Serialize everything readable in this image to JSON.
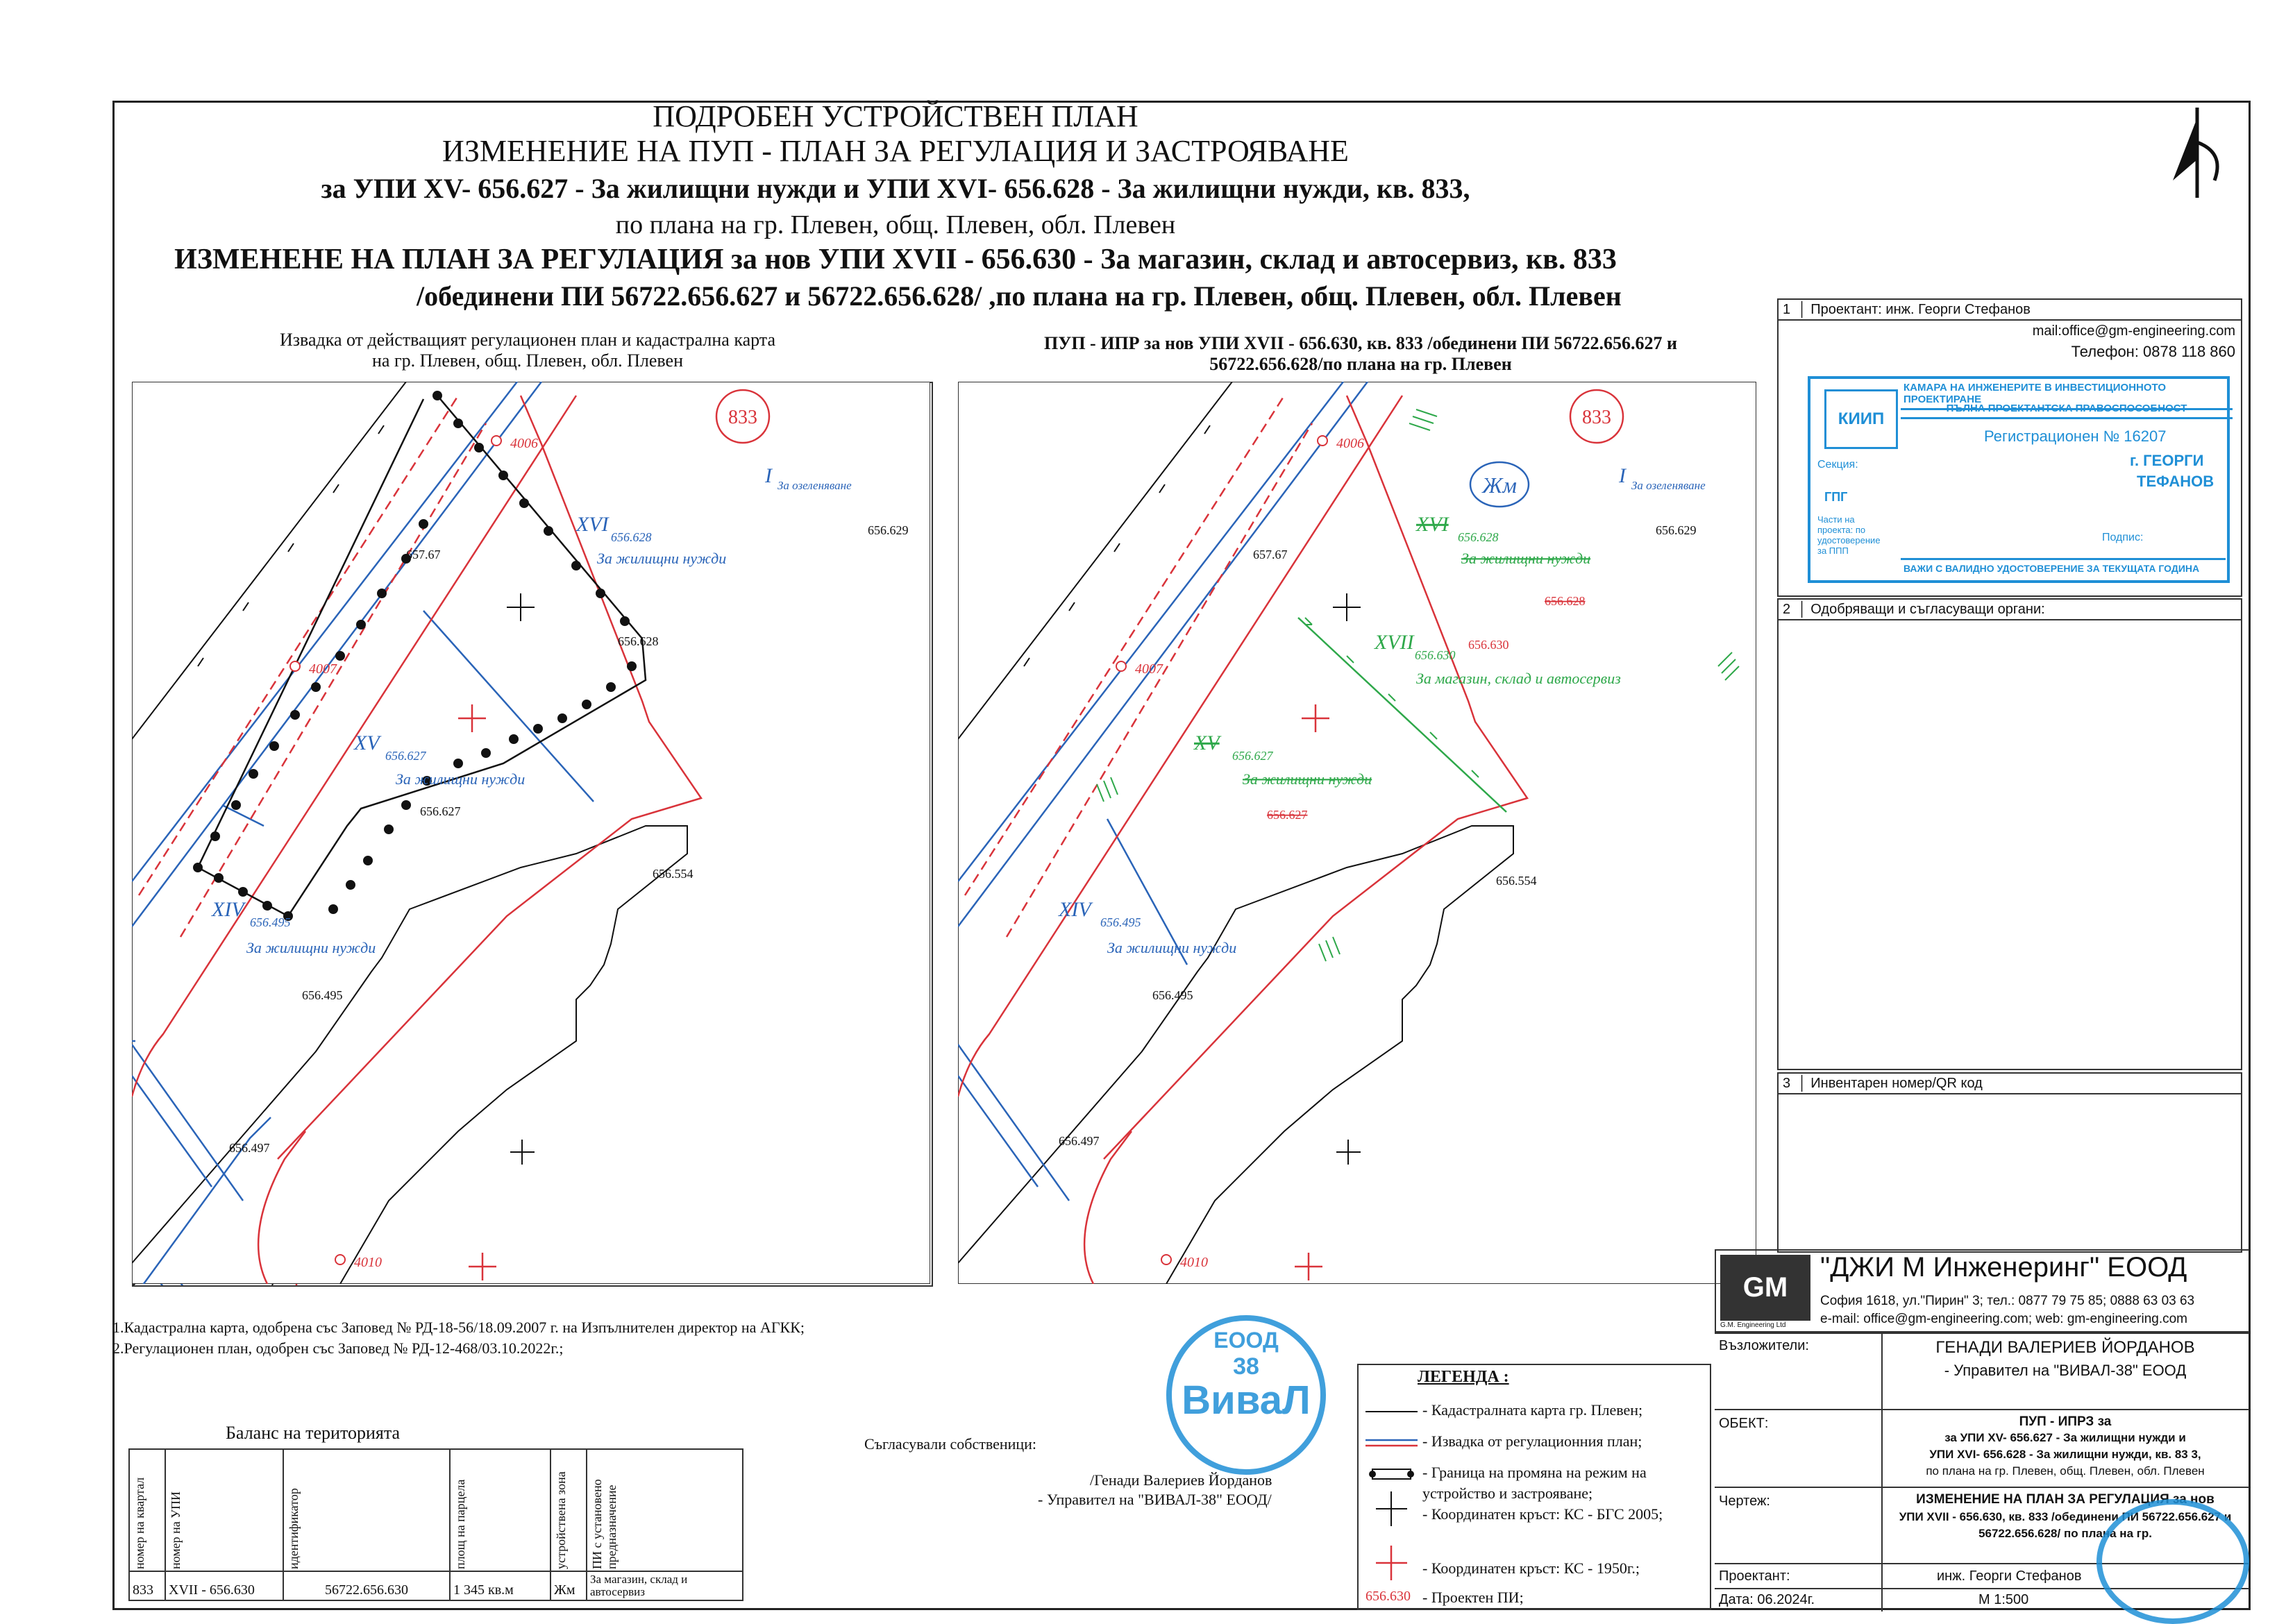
{
  "title": {
    "line1": "ПОДРОБЕН УСТРОЙСТВЕН ПЛАН",
    "line2": "ИЗМЕНЕНИЕ НА ПУП - ПЛАН ЗА РЕГУЛАЦИЯ И ЗАСТРОЯВАНЕ",
    "line3": "за УПИ XV- 656.627 - За жилищни нужди и УПИ XVI- 656.628 - За жилищни нужди, кв. 833,",
    "line4": "по плана на гр. Плевен, общ. Плевен, обл. Плевен",
    "line5": "ИЗМЕНЕНЕ НА ПЛАН ЗА РЕГУЛАЦИЯ  за нов УПИ XVII - 656.630 - За магазин, склад и автосервиз, кв. 833",
    "line6": "/обединени ПИ 56722.656.627 и 56722.656.628/ ,по плана на гр. Плевен, общ. Плевен, обл. Плевен"
  },
  "map_left": {
    "caption1": "Извадка от действащият регулационен план и кадастрална карта",
    "caption2": "на гр. Плевен, общ. Плевен, обл. Плевен",
    "block": "833",
    "labels": {
      "p4006": "4006",
      "p4007": "4007",
      "p4010": "4010",
      "i": "I",
      "i_use": "За озеленяване",
      "p656629": "656.629",
      "p65767": "657.67",
      "xvi": "XVI",
      "xvi_id": "656.628",
      "xvi_use": "За жилищни нужди",
      "p656628": "656.628",
      "xv": "XV",
      "xv_id": "656.627",
      "xv_use": "За жилищни нужди",
      "p656627": "656.627",
      "p656554": "656.554",
      "xiv": "XIV",
      "xiv_id": "656.495",
      "xiv_use": "За жилищни нужди",
      "p656495": "656.495",
      "p656497": "656.497"
    }
  },
  "map_right": {
    "caption1": "ПУП -  ИПР за нов УПИ XVII - 656.630, кв. 833 /обединени ПИ 56722.656.627 и",
    "caption2": "56722.656.628/по плана на гр. Плевен",
    "block": "833",
    "zone": "Жм",
    "labels": {
      "p4006": "4006",
      "p4007": "4007",
      "p4010": "4010",
      "i": "I",
      "i_use": "За озеленяване",
      "p656629": "656.629",
      "p65767": "657.67",
      "xvi": "XVI",
      "xvi_id": "656.628",
      "xvi_use": "За жилищни нужди",
      "p656628": "656.628",
      "xvii": "XVII",
      "xvii_id": "656.630",
      "xvii_red": "656.630",
      "xvii_use": "За магазин, склад и автосервиз",
      "xv": "XV",
      "xv_id": "656.627",
      "xv_use": "За жилищни нужди",
      "p656627": "656.627",
      "p656554": "656.554",
      "xiv": "XIV",
      "xiv_id": "656.495",
      "xiv_use": "За жилищни нужди",
      "p656495": "656.495",
      "p656497": "656.497"
    }
  },
  "box1": {
    "num": "1",
    "label": "Проектант: инж. Георги Стефанов",
    "mail": "mail:office@gm-engineering.com",
    "phone": "Телефон: 0878 118 860",
    "stamp_org": "КАМАРА НА ИНЖЕНЕРИТЕ В ИНВЕСТИЦИОННОТО ПРОЕКТИРАНЕ",
    "stamp_cap": "ПЪЛНА ПРОЕКТАНТСКА ПРАВОСПОСОБНОСТ",
    "stamp_reg": "Регистрационен № 16207",
    "stamp_logo": "КИИП",
    "stamp_sec": "Секция:",
    "stamp_sec_val": "ГПГ",
    "stamp_name1": "г. ГЕОРГИ",
    "stamp_name2": "ТЕФАНОВ",
    "stamp_parts": "Части на проекта: по удостоверение за ППП",
    "stamp_sign": "Подпис:",
    "stamp_valid": "ВАЖИ С ВАЛИДНО УДОСТОВЕРЕНИЕ ЗА ТЕКУЩАТА ГОДИНА"
  },
  "box2": {
    "num": "2",
    "label": "Одобряващи и съгласуващи органи:"
  },
  "box3": {
    "num": "3",
    "label": "Инвентарен номер/QR код"
  },
  "company": {
    "name": "\"ДЖИ М Инженеринг\" ЕООД",
    "addr": "София 1618, ул.\"Пирин\" 3;  тел.: 0877 79 75 85; 0888 63 03 63",
    "web": "e-mail: office@gm-engineering.com; web: gm-engineering.com",
    "logo_sub": "G.M. Engineering Ltd"
  },
  "info": {
    "client_label": "Възложители:",
    "client1": "ГЕНАДИ ВАЛЕРИЕВ ЙОРДАНОВ",
    "client2": "- Управител на \"ВИВАЛ-38\" ЕООД",
    "object_label": "ОБЕКТ:",
    "object1": "ПУП - ИПРЗ за",
    "object2": "за УПИ XV- 656.627 - За жилищни нужди и",
    "object3": "УПИ XVI- 656.628 - За жилищни нужди, кв. 83 3,",
    "object4": "по плана на гр. Плевен, общ. Плевен, обл. Плевен",
    "drawing_label": "Чертеж:",
    "drawing1": "ИЗМЕНЕНИЕ НА ПЛАН ЗА РЕГУЛАЦИЯ  за нов",
    "drawing2": "УПИ XVII - 656.630, кв. 833 /обединени ПИ 56722.656.627 и",
    "drawing3": "56722.656.628/ по плана на гр.",
    "designer_label": "Проектант:",
    "designer": "инж. Георги Стефанов",
    "date": "Дата: 06.2024г.",
    "scale": "М 1:500"
  },
  "notes": {
    "n1": "1.Кадастрална карта, одобрена със Заповед № РД-18-56/18.09.2007 г. на Изпълнителен директор на АГКК;",
    "n2": "2.Регулационен план, одобрен със Заповед № РД-12-468/03.10.2022г.;"
  },
  "balance": {
    "title": "Баланс на територията",
    "headers": [
      "номер на квартал",
      "номер на УПИ",
      "идентификатор",
      "площ на парцела",
      "устройствена зона",
      "ПИ с установено предназначение"
    ],
    "row": [
      "833",
      "XVII - 656.630",
      "56722.656.630",
      "1 345  кв.м",
      "Жм",
      "За магазин, склад и автосервиз"
    ]
  },
  "owners": {
    "label": "Съгласували собственици:",
    "name": "/Генади Валериев Йорданов",
    "role": "- Управител на \"ВИВАЛ-38\" ЕООД/",
    "stamp1": "ЕООД",
    "stamp2": "38",
    "stamp3": "ВиваЛ"
  },
  "legend": {
    "title": "ЛЕГЕНДА :",
    "items": [
      "- Кадастралната карта гр. Плевен;",
      "- Извадка от регулационния план;",
      "- Граница на промяна на режим на",
      "устройство и застрояване;",
      "- Координатен кръст: КС - БГС 2005;",
      "- Координатен кръст: КС - 1950г.;",
      "- Проектен ПИ;"
    ],
    "sample": "656.630"
  },
  "colors": {
    "red": "#d9333a",
    "blue": "#2a64b8",
    "green": "#2ea84a",
    "stamp": "#1f8fd6"
  }
}
